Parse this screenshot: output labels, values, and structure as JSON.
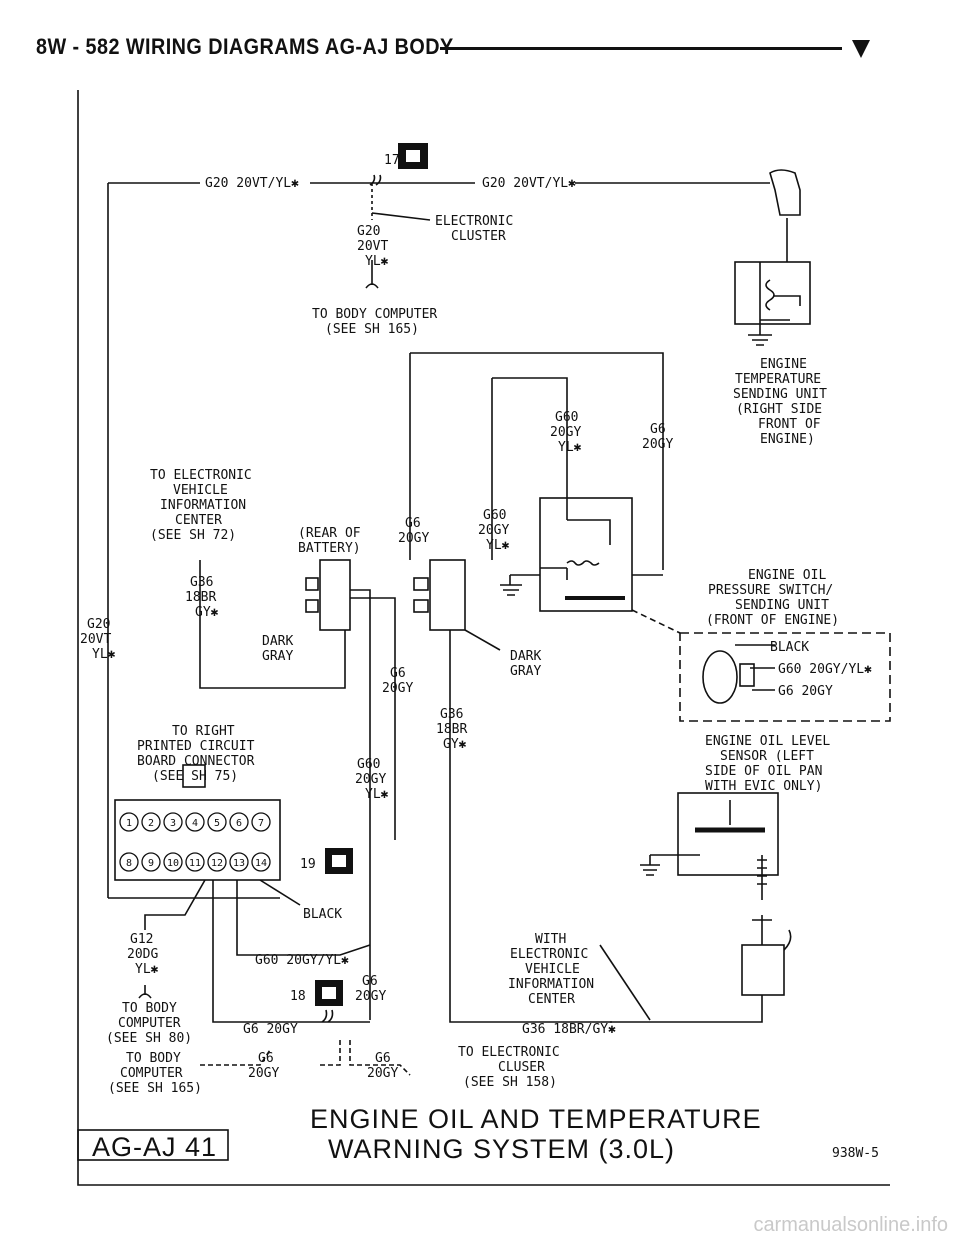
{
  "header": {
    "title": "8W - 582   WIRING DIAGRAMS AG-AJ BODY"
  },
  "labels": {
    "splice17": "17",
    "splice18": "18",
    "splice19": "19",
    "g20_top_left": "G20 20VT/YL✱",
    "g20_top_right": "G20 20VT/YL✱",
    "elec_cluster": [
      "ELECTRONIC",
      "CLUSTER"
    ],
    "g20_mid": [
      "G20",
      "20VT",
      "YL✱"
    ],
    "to_body_computer_165": [
      "TO BODY COMPUTER",
      "(SEE SH 165)"
    ],
    "temp_unit": [
      "ENGINE",
      "TEMPERATURE",
      "SENDING UNIT",
      "(RIGHT SIDE",
      "FRONT OF",
      "ENGINE)"
    ],
    "g60_top": [
      "G60",
      "20GY",
      "YL✱"
    ],
    "g6_top": [
      "G6",
      "20GY"
    ],
    "evic": [
      "TO ELECTRONIC",
      "VEHICLE",
      "INFORMATION",
      "CENTER",
      "(SEE SH 72)"
    ],
    "rear_batt": [
      "(REAR OF",
      "BATTERY)"
    ],
    "g6_conn": [
      "G6",
      "20GY"
    ],
    "g60_conn": [
      "G60",
      "20GY",
      "YL✱"
    ],
    "g36_left": [
      "G36",
      "18BR",
      "GY✱"
    ],
    "g20_left": [
      "G20",
      "20VT",
      "YL✱"
    ],
    "dark_gray_l": [
      "DARK",
      "GRAY"
    ],
    "dark_gray_r": [
      "DARK",
      "GRAY"
    ],
    "oil_switch": [
      "ENGINE OIL",
      "PRESSURE SWITCH/",
      "SENDING UNIT",
      "(FRONT OF ENGINE)"
    ],
    "box_black": "BLACK",
    "box_g60": "G60 20GY/YL✱",
    "box_g6": "G6 20GY",
    "g6_mid": [
      "G6",
      "20GY"
    ],
    "g36_mid": [
      "G36",
      "18BR",
      "GY✱"
    ],
    "right_pcb": [
      "TO RIGHT",
      "PRINTED CIRCUIT",
      "BOARD CONNECTOR",
      "(SEE SH 75)"
    ],
    "g60_mid": [
      "G60",
      "20GY",
      "YL✱"
    ],
    "oil_level": [
      "ENGINE OIL LEVEL",
      "SENSOR (LEFT",
      "SIDE OF OIL PAN",
      "WITH EVIC ONLY)"
    ],
    "black_bottom": "BLACK",
    "g12": [
      "G12",
      "20DG",
      "YL✱"
    ],
    "g60_bottom": "G60 20GY/YL✱",
    "with_evic": [
      "WITH",
      "ELECTRONIC",
      "VEHICLE",
      "INFORMATION",
      "CENTER"
    ],
    "g6_bottom_right": [
      "G6",
      "20GY"
    ],
    "to_body_computer_80": [
      "TO BODY",
      "COMPUTER",
      "(SEE SH 80)"
    ],
    "g6_bottom": "G6 20GY",
    "g36_bottom": "G36 18BR/GY✱",
    "to_body_computer_165b": [
      "TO BODY",
      "COMPUTER",
      "(SEE SH 165)"
    ],
    "g6_tbc": [
      "G6",
      "20GY"
    ],
    "g6_tec": [
      "G6",
      "20GY"
    ],
    "to_elec_cluser": [
      "TO ELECTRONIC",
      "CLUSER",
      "(SEE SH 158)"
    ],
    "pins_top": [
      "1",
      "2",
      "3",
      "4",
      "5",
      "6",
      "7"
    ],
    "pins_bottom": [
      "8",
      "9",
      "10",
      "11",
      "12",
      "13",
      "14"
    ]
  },
  "footer": {
    "title_line1": "ENGINE OIL AND TEMPERATURE",
    "title_line2": "WARNING SYSTEM (3.0L)",
    "page_code": "AG-AJ 41",
    "figure_id": "938W-5",
    "site": "carmanualsonline.info"
  }
}
